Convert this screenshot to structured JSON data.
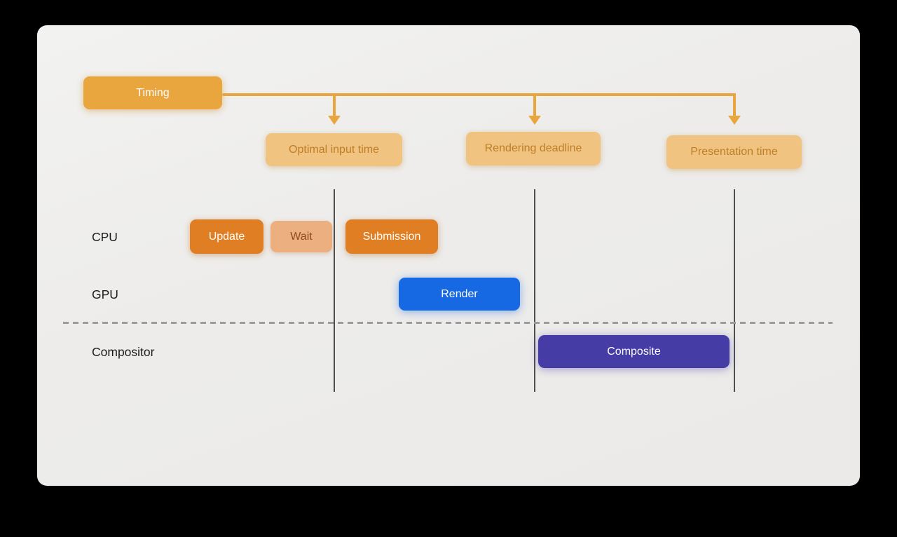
{
  "colors": {
    "outer_bg": "#000000",
    "card_bg": "#EDECEA",
    "accent_orange": "#E9A53E",
    "milestone_fill": "#F0C480",
    "milestone_text": "#BE7D26",
    "task_orange": "#DF7E22",
    "wait_fill": "#ECAF80",
    "wait_text": "#8F4A19",
    "render_blue": "#1768E3",
    "composite_indigo": "#463CA6",
    "timeline_marker": "#4F4F4F",
    "dashed_separator": "#9C9C9C",
    "row_label_text": "#1A1A1A"
  },
  "timing": {
    "label": "Timing"
  },
  "milestones": [
    {
      "label": "Optimal input time"
    },
    {
      "label": "Rendering deadline"
    },
    {
      "label": "Presentation time"
    }
  ],
  "rows": [
    {
      "label": "CPU"
    },
    {
      "label": "GPU"
    },
    {
      "label": "Compositor"
    }
  ],
  "blocks": {
    "update": "Update",
    "wait": "Wait",
    "submission": "Submission",
    "render": "Render",
    "composite": "Composite"
  }
}
